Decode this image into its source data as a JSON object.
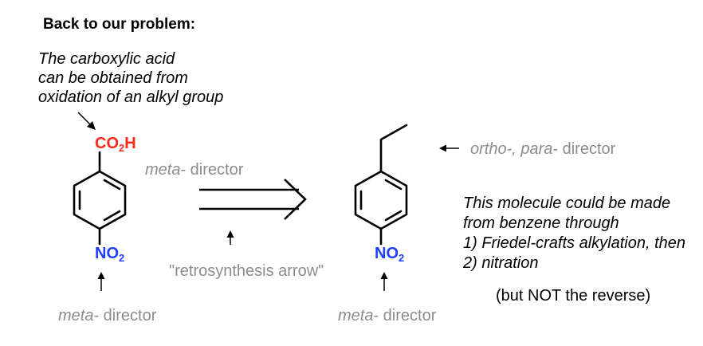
{
  "title": "Back to our problem:",
  "note_lines": [
    "The carboxylic acid",
    "can be obtained from",
    "oxidation of an alkyl group"
  ],
  "left_molecule": {
    "top_group": {
      "prefix": "CO",
      "subscript": "2",
      "suffix": "H"
    },
    "bottom_group": {
      "prefix": "NO",
      "subscript": "2"
    }
  },
  "right_molecule": {
    "bottom_group": {
      "prefix": "NO",
      "subscript": "2"
    }
  },
  "labels": {
    "meta_word": "meta",
    "director_word": "- director",
    "ortho_para": "ortho-, para",
    "retro_arrow": "\"retrosynthesis arrow\""
  },
  "explanation_lines": [
    "This molecule could be made",
    "from benzene through",
    "1) Friedel-crafts alkylation, then",
    "2) nitration"
  ],
  "caveat": "(but NOT the reverse)",
  "colors": {
    "text": "#000000",
    "gray": "#8c8c8c",
    "co2h": "#ff2a1a",
    "no2": "#1d3fff"
  }
}
